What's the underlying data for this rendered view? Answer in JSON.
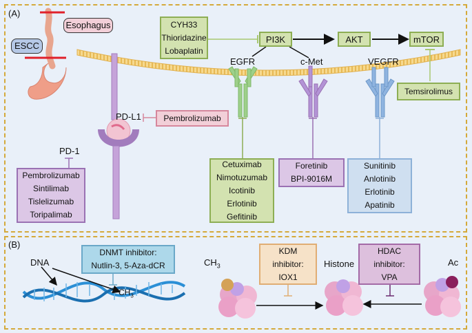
{
  "panelA": {
    "label": "(A)",
    "esophagus": "Esophagus",
    "escc": "ESCC",
    "pi3k_inhibitors": [
      "CYH33",
      "Thioridazine",
      "Lobaplatin"
    ],
    "pi3k": "PI3K",
    "akt": "AKT",
    "mtor": "mTOR",
    "temsirolimus": "Temsirolimus",
    "egfr": "EGFR",
    "cmet": "c-Met",
    "vegfr": "VEGFR",
    "pdl1": "PD-L1",
    "pdl1_drug": "Pembrolizumab",
    "pd1": "PD-1",
    "pd1_drugs": [
      "Pembrolizumab",
      "Sintilimab",
      "Tislelizumab",
      "Toripalimab"
    ],
    "egfr_drugs": [
      "Cetuximab",
      "Nimotuzumab",
      "Icotinib",
      "Erlotinib",
      "Gefitinib"
    ],
    "cmet_drugs": [
      "Foretinib",
      "BPI-9016M"
    ],
    "vegfr_drugs": [
      "Sunitinib",
      "Anlotinib",
      "Erlotinib",
      "Apatinib"
    ]
  },
  "panelB": {
    "label": "(B)",
    "dna": "DNA",
    "dnmt_title": "DNMT inhibitor:",
    "dnmt_drugs": "Nutlin-3, 5-Aza-dCR",
    "ch3_dna": "CH",
    "ch3_left": "CH",
    "ch3_sub": "3",
    "kdm": [
      "KDM",
      "inhibitor:",
      "IOX1"
    ],
    "histone": "Histone",
    "hdac": [
      "HDAC",
      "inhibitor:",
      "VPA"
    ],
    "ac": "Ac"
  },
  "colors": {
    "background": "#e9f0f9",
    "panel_border": "#d4a93a",
    "membrane": "#f3c86a",
    "egfr_receptor": "#9ed08a",
    "cmet_receptor": "#b393d6",
    "vegfr_receptor": "#8fb4e0",
    "inhibit_red": "#e0202a"
  }
}
